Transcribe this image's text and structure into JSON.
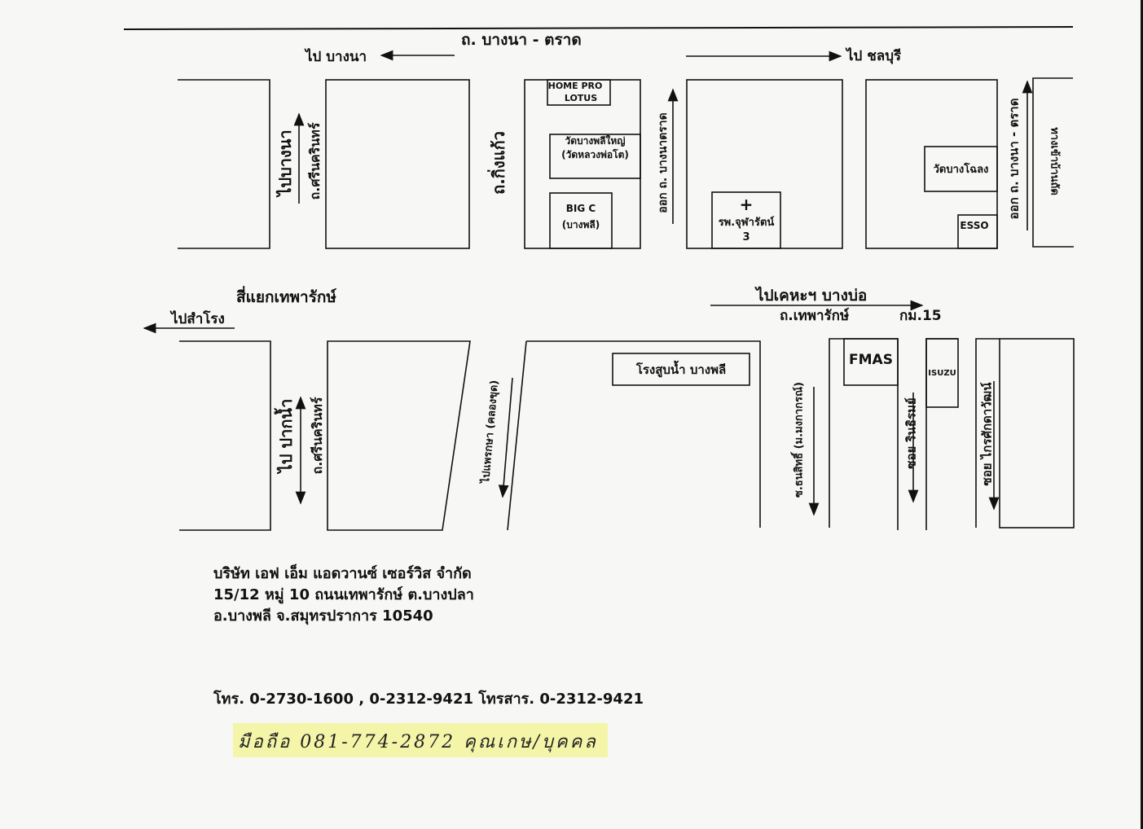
{
  "roads": {
    "main_top": "ถ. บางนา - ตราด",
    "to_bangna": "ไป บางนา",
    "to_chonburi": "ไป ชลบุรี",
    "intersection": "สี่แยกเทพารักษ์",
    "to_samrong": "ไปสำโรง",
    "to_kheha": "ไปเคหะฯ  บางบ่อ",
    "theparak_road": "ถ.เทพารักษ์",
    "km15": "กม.15",
    "srinakarin_top": "ถ.ศรีนครินทร์",
    "to_bangna_vert": "ไปบางนา",
    "kingkaew": "ถ.กิ่งแก้ว",
    "exit_bangna_trad_1": "ออก ถ. บางนาตราด",
    "exit_bangna_trad_2": "ออก ถ. บางนา - ตราด",
    "right_side_text": "ทางเข้าบ้านถัด",
    "to_paknam": "ไป ปากน้ำ",
    "srinakarin_bottom": "ถ.ศรีนครินทร์",
    "to_phraeksa": "ไปแพรกษา  (คลองขุด)",
    "soi_thanasit": "ซ.ธนสิทธิ์ (ม.มงกากรณ์)",
    "soi_rinthirom": "ซอย รินธิรมย์",
    "soi_kraisakdawat": "ซอย ไกรศักดาวัฒน์"
  },
  "landmarks": {
    "homepro_1": "HOME PRO",
    "homepro_2": "LOTUS",
    "wat_bangphli_1": "วัดบางพลีใหญ่",
    "wat_bangphli_2": "(วัดหลวงพ่อโต)",
    "bigc_1": "BIG C",
    "bigc_2": "(บางพลี)",
    "hospital_cross": "+",
    "hospital_1": "รพ.จุฬารัตน์",
    "hospital_2": "3",
    "wat_bangchalong": "วัดบางโฉลง",
    "esso": "ESSO",
    "pump_station": "โรงสูบน้ำ บางพลี",
    "fmas": "FMAS",
    "isuzu": "ISUZU"
  },
  "address": {
    "company": "บริษัท เอฟ เอ็ม แอดวานซ์ เซอร์วิส จำกัด",
    "line1": "15/12  หมู่ 10   ถนนเทพารักษ์  ต.บางปลา",
    "line2": "อ.บางพลี จ.สมุทรปราการ  10540",
    "phones": "โทร. 0-2730-1600  ,  0-2312-9421  โทรสาร.  0-2312-9421",
    "mobile_handwritten": "มือถือ  081-774-2872  คุณเกษ/บุคคล"
  },
  "colors": {
    "ink": "#111111",
    "paper": "#f7f7f5",
    "highlight": "#f3f59a"
  }
}
